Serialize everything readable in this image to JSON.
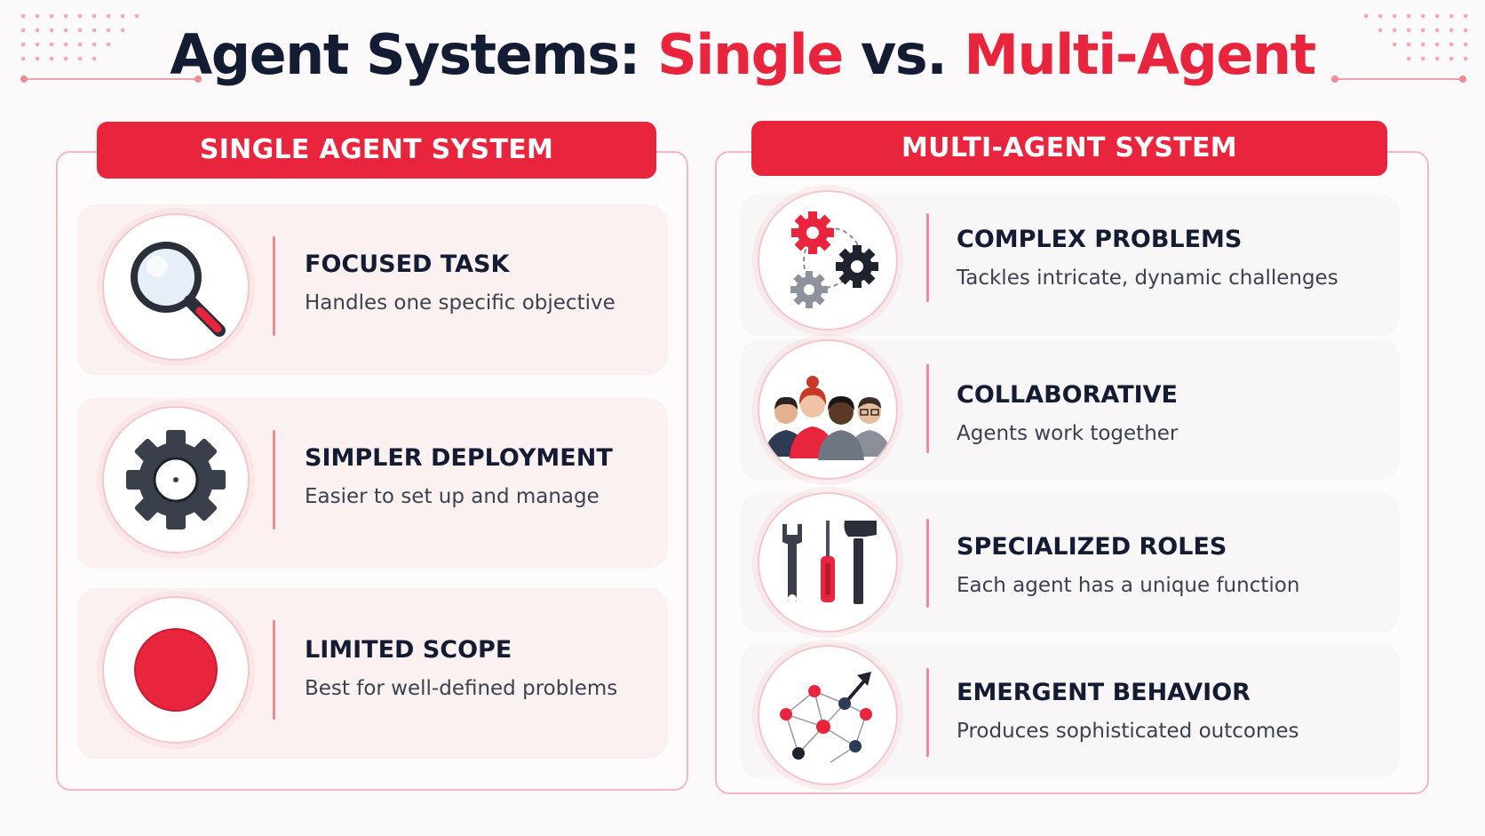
{
  "title": {
    "part1": "Agent Systems: ",
    "part2": "Single",
    "part3": " vs. ",
    "part4": "Multi-Agent"
  },
  "colors": {
    "accent": "#e8253d",
    "navy": "#141c33",
    "panel_border": "#f5b8bf"
  },
  "single": {
    "header": "SINGLE AGENT SYSTEM",
    "cards": [
      {
        "icon": "magnifying-glass-icon",
        "title": "FOCUSED TASK",
        "desc": "Handles one specific objective"
      },
      {
        "icon": "gear-icon",
        "title": "SIMPLER DEPLOYMENT",
        "desc": "Easier to set up and manage"
      },
      {
        "icon": "red-dot-icon",
        "title": "LIMITED SCOPE",
        "desc": "Best for well-defined problems"
      }
    ]
  },
  "multi": {
    "header": "MULTI-AGENT SYSTEM",
    "cards": [
      {
        "icon": "connected-gears-icon",
        "title": "COMPLEX PROBLEMS",
        "desc": "Tackles intricate, dynamic challenges"
      },
      {
        "icon": "team-people-icon",
        "title": "COLLABORATIVE",
        "desc": "Agents work together"
      },
      {
        "icon": "tools-icon",
        "title": "SPECIALIZED ROLES",
        "desc": "Each agent has a unique function"
      },
      {
        "icon": "network-growth-icon",
        "title": "EMERGENT BEHAVIOR",
        "desc": "Produces sophisticated outcomes"
      }
    ]
  }
}
